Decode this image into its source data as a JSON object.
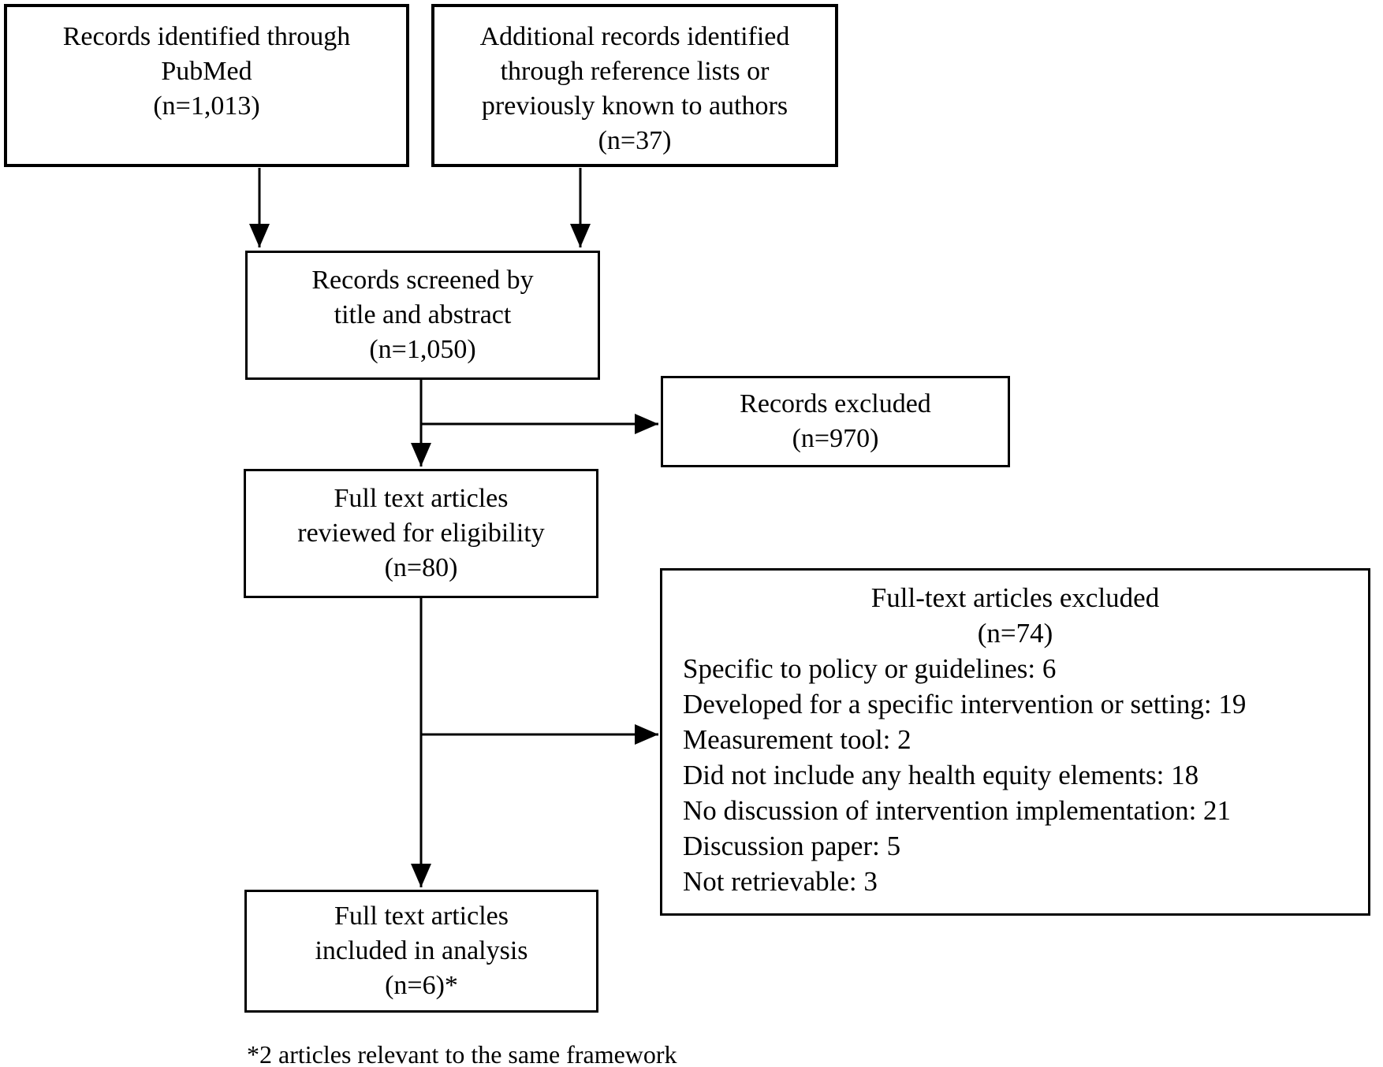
{
  "boxes": {
    "identified_pubmed": {
      "lines": [
        "Records identified through",
        "PubMed",
        "(n=1,013)"
      ]
    },
    "identified_additional": {
      "lines": [
        "Additional records identified",
        "through reference lists or",
        "previously known to authors",
        "(n=37)"
      ]
    },
    "screened": {
      "lines": [
        "Records screened by",
        "title and abstract",
        "(n=1,050)"
      ]
    },
    "records_excluded": {
      "lines": [
        "Records excluded",
        "(n=970)"
      ]
    },
    "fulltext_reviewed": {
      "lines": [
        "Full text articles",
        "reviewed for eligibility",
        "(n=80)"
      ]
    },
    "fulltext_excluded": {
      "title_lines": [
        "Full-text articles excluded",
        "(n=74)"
      ],
      "reasons": [
        "Specific to policy or guidelines: 6",
        "Developed for a specific intervention or setting: 19",
        "Measurement tool: 2",
        "Did not include any health equity elements: 18",
        "No discussion of intervention implementation: 21",
        "Discussion paper: 5",
        "Not retrievable: 3"
      ]
    },
    "included_analysis": {
      "lines": [
        "Full text articles",
        "included in analysis",
        "(n=6)*"
      ]
    }
  },
  "footnote": "*2 articles relevant to the same framework",
  "colors": {
    "border": "#000000",
    "background": "#ffffff",
    "text": "#000000"
  }
}
